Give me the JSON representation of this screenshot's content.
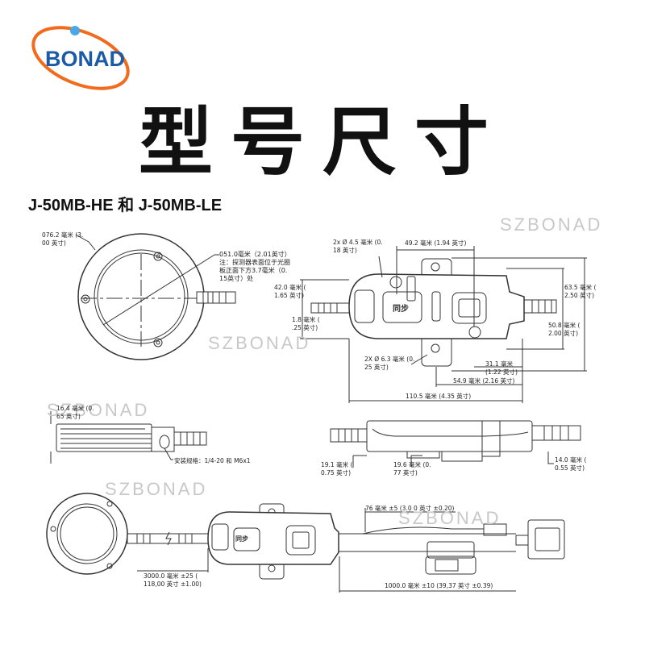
{
  "brand": {
    "logo_text": "BONAD",
    "colors": {
      "blue": "#1b5aa6",
      "orange": "#f26a1b",
      "dot": "#4aa8e8"
    }
  },
  "title": "型号尺寸",
  "subtitle": "J-50MB-HE 和 J-50MB-LE",
  "watermark": "SZBONAD",
  "front_view": {
    "outer_dia": "076.2 毫米 (3.\n00 英寸)",
    "aperture_note": "051.0毫米（2.01英寸）\n注：探测器表面位于光圈\n板正面下方3.7毫米（0.\n15英寸）处"
  },
  "module_top": {
    "hole_small": "2x Ø 4.5 毫米 (0.\n18 英寸)",
    "hole_spacing": "49.2 毫米 (1.94 英寸)",
    "height_body": "42.0 毫米 (\n1.65 英寸)",
    "offset": "1.8 毫米 (\n.25 英寸)",
    "height_total": "63.5 毫米 (\n2.50 英寸)",
    "height_inner": "50.8 毫米 (\n2.00 英寸)",
    "hole_large": "2X Ø 6.3 毫米 (0.\n25 英寸)",
    "dim_31": "31.1 毫米\n(1.22 英寸)",
    "dim_54": "54.9 毫米 (2.16 英寸)",
    "length": "110.5 毫米 (4.35 英寸)",
    "sync_label": "同步"
  },
  "side_left": {
    "thickness": "16.4 毫米 (0.\n65 英寸)",
    "mount_spec": "安装规格：1/4-20 和 M6x1"
  },
  "side_right": {
    "dim_19_1": "19.1 毫米 (\n0.75 英寸)",
    "dim_19_6": "19.6 毫米 (0.\n77 英寸)",
    "dim_14": "14.0 毫米 (\n0.55 英寸)"
  },
  "assembly": {
    "branch_len": "76 毫米 ±5 (3.0 0 英寸 ±0.20)",
    "cable_len": "3000.0 毫米 ±25 (\n118,00 英寸 ±1.00)",
    "output_len": "1000.0 毫米 ±10 (39,37 英寸 ±0.39)",
    "sync_label": "同步"
  }
}
